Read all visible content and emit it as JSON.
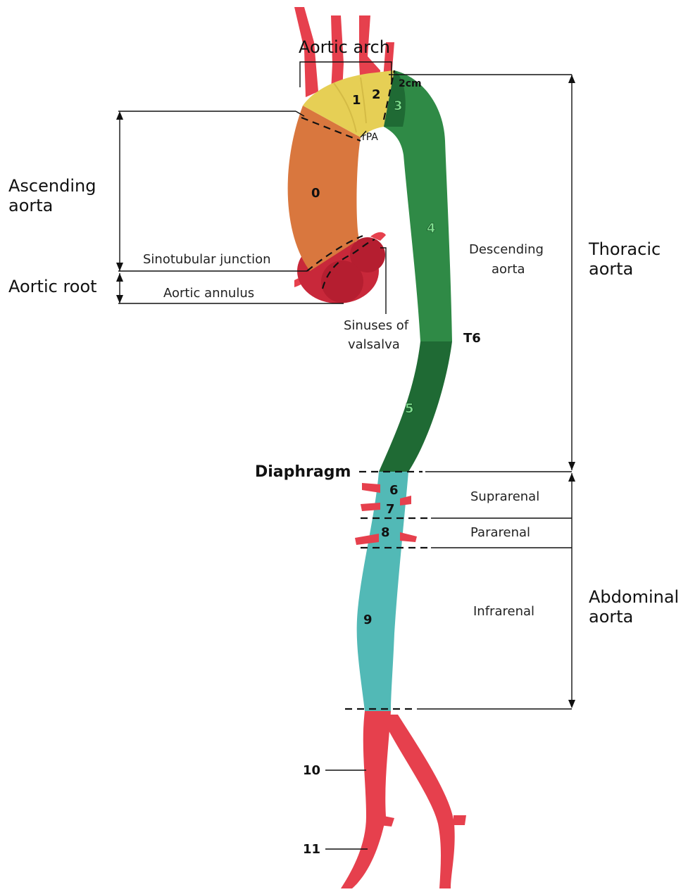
{
  "labels": {
    "aortic_arch": "Aortic arch",
    "ascending_aorta_l1": "Ascending",
    "ascending_aorta_l2": "aorta",
    "aortic_root": "Aortic root",
    "sinotubular_junction": "Sinotubular junction",
    "aortic_annulus": "Aortic annulus",
    "sinuses_l1": "Sinuses of",
    "sinuses_l2": "valsalva",
    "rpa": "rPA",
    "two_cm": "2cm",
    "descending_l1": "Descending",
    "descending_l2": "aorta",
    "thoracic_l1": "Thoracic",
    "thoracic_l2": "aorta",
    "t6": "T6",
    "diaphragm": "Diaphragm",
    "suprarenal": "Suprarenal",
    "pararenal": "Pararenal",
    "infrarenal": "Infrarenal",
    "abdominal_l1": "Abdominal",
    "abdominal_l2": "aorta"
  },
  "segments": {
    "s0": "0",
    "s1": "1",
    "s2": "2",
    "s3": "3",
    "s4": "4",
    "s5": "5",
    "s6": "6",
    "s7": "7",
    "s8": "8",
    "s9": "9",
    "s10": "10",
    "s11": "11"
  },
  "colors": {
    "root": "#c8283a",
    "ascending": "#d9773e",
    "arch": "#e6cf55",
    "descending": "#2f8a46",
    "descending_dark": "#1f6a34",
    "abdominal": "#52b9b6",
    "branch": "#e6404d"
  }
}
